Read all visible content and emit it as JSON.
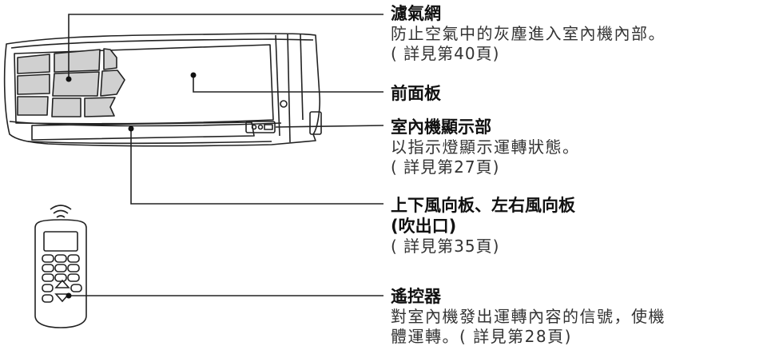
{
  "callouts": {
    "filter": {
      "title": "濾氣網",
      "desc": "防止空氣中的灰塵進入室內機內部。",
      "ref": "( 詳見第40頁)"
    },
    "front_panel": {
      "title": "前面板"
    },
    "display": {
      "title": "室內機顯示部",
      "desc": "以指示燈顯示運轉狀態。",
      "ref": "( 詳見第27頁)"
    },
    "louver": {
      "title": "上下風向板、左右風向板",
      "title2": "(吹出口)",
      "ref": "( 詳見第35頁)"
    },
    "remote": {
      "title": "遙控器",
      "desc": "對室內機發出運轉內容的信號，使機",
      "desc2": "體運轉。( 詳見第28頁)"
    }
  },
  "colors": {
    "line": "#222222",
    "filter_fill": "#d0d0d0",
    "text": "#1a1a1a"
  }
}
